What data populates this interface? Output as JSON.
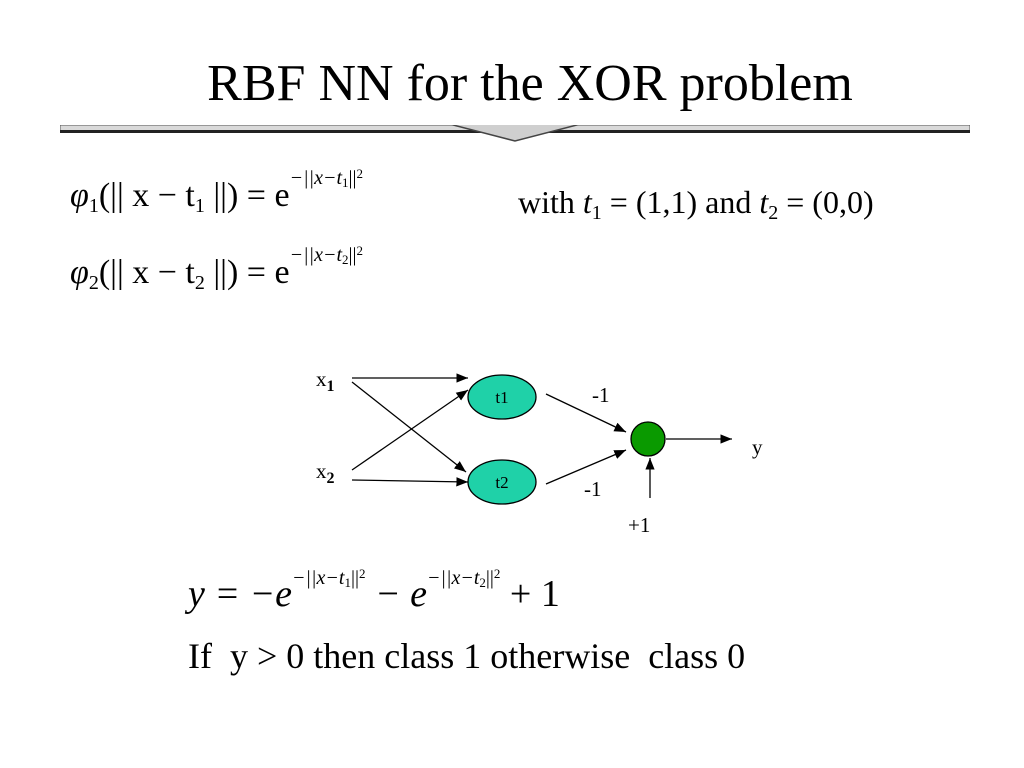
{
  "title": "RBF NN for the XOR problem",
  "phi1": {
    "lhs_func": "φ",
    "lhs_sub": "1",
    "lhs_arg": "(|| x − t",
    "lhs_arg_sub": "1",
    "lhs_close": " ||) = e",
    "exp": "−||x−t",
    "exp_sub": "1",
    "exp_close": "||",
    "exp_sup": "2"
  },
  "phi2": {
    "lhs_func": "φ",
    "lhs_sub": "2",
    "lhs_arg": "(|| x − t",
    "lhs_arg_sub": "2",
    "lhs_close": " ||) = e",
    "exp": "−||x−t",
    "exp_sub": "2",
    "exp_close": "||",
    "exp_sup": "2"
  },
  "centers": {
    "with": "with",
    "t1_var": "t",
    "t1_sub": "1",
    "t1_value": " = (1,1) and ",
    "t2_var": "t",
    "t2_sub": "2",
    "t2_value": " = (0,0)"
  },
  "network": {
    "input1": "x",
    "input1_sub": "1",
    "input2": "x",
    "input2_sub": "2",
    "hidden1": "t1",
    "hidden2": "t2",
    "weight1": "-1",
    "weight2": "-1",
    "bias": "+1",
    "output": "y",
    "hidden_color": "#1fd1a8",
    "output_color": "#0a9a00"
  },
  "output_eq": {
    "lhs": "y = −e",
    "exp1": "−||x−t",
    "exp1_sub": "1",
    "exp1_close": "||",
    "exp1_sup": "2",
    "mid": " − e",
    "exp2": "−||x−t",
    "exp2_sub": "2",
    "exp2_close": "||",
    "exp2_sup": "2",
    "tail": " + 1"
  },
  "rule": "If  y > 0 then class 1 otherwise  class 0"
}
